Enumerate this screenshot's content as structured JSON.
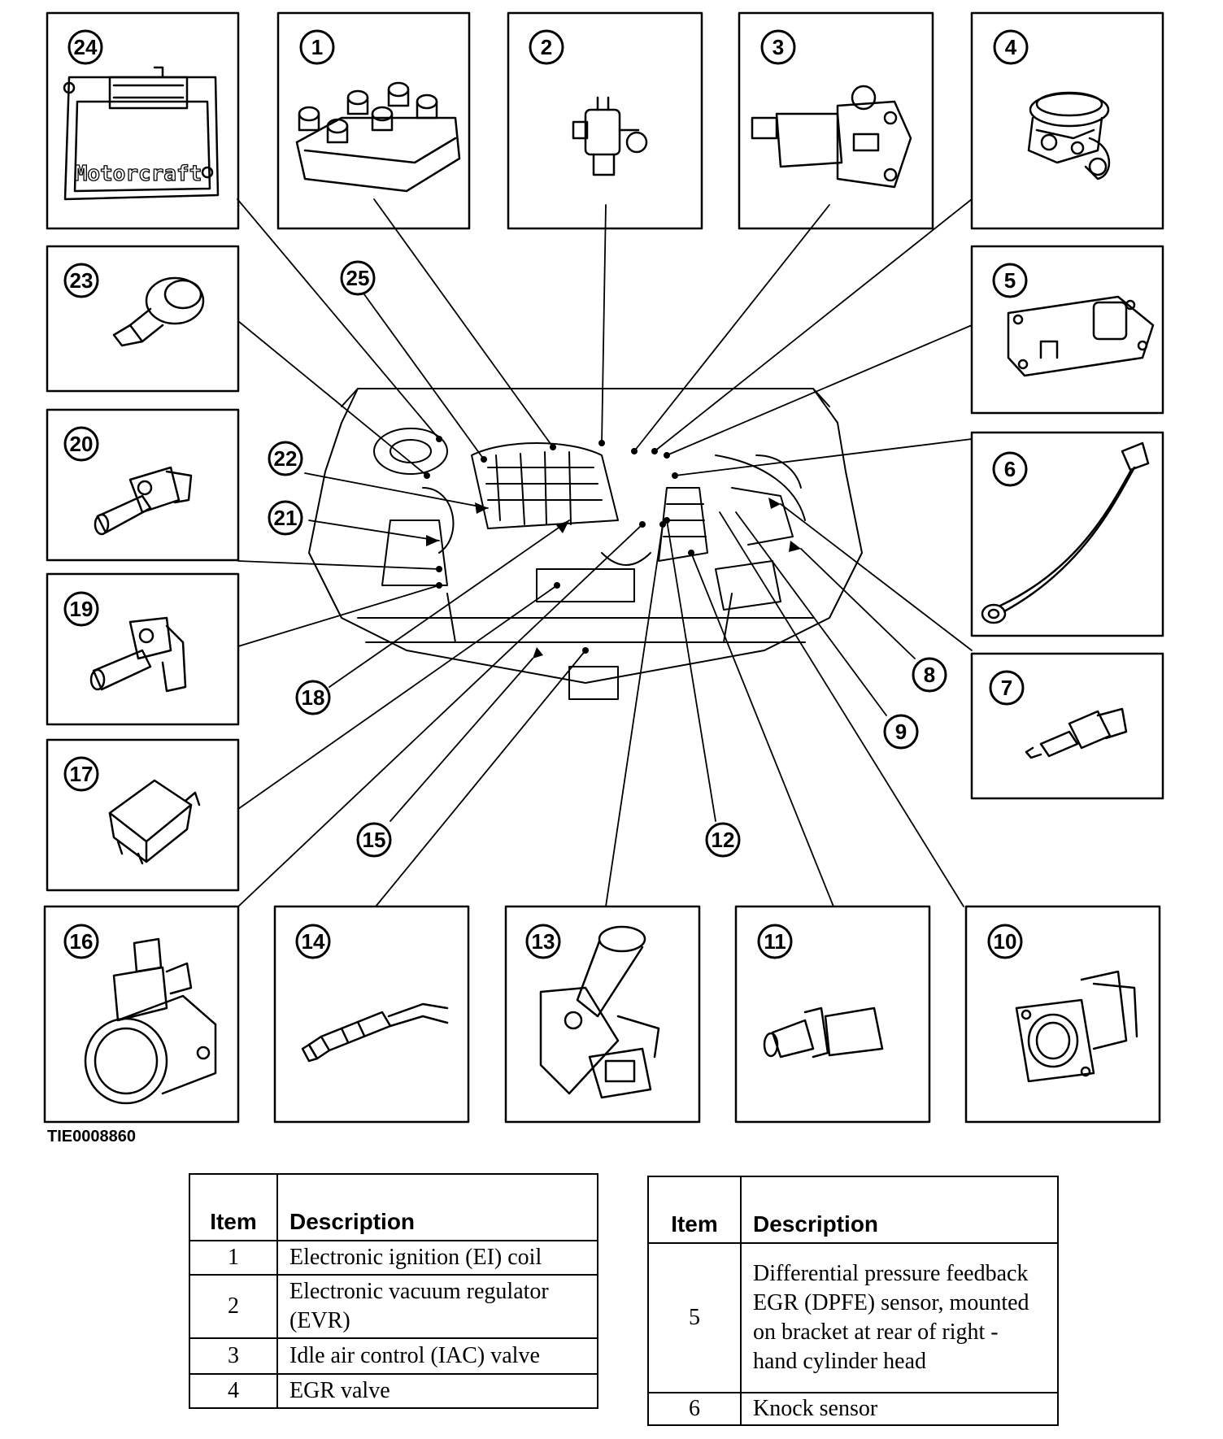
{
  "figure_code": "TIE0008860",
  "callouts": [
    "1",
    "2",
    "3",
    "4",
    "5",
    "6",
    "7",
    "8",
    "9",
    "10",
    "11",
    "12",
    "13",
    "14",
    "15",
    "16",
    "17",
    "18",
    "19",
    "20",
    "21",
    "22",
    "23",
    "24",
    "25"
  ],
  "brand_label": "Motorcraft",
  "table_left": {
    "headers": {
      "item": "Item",
      "description": "Description"
    },
    "rows": [
      {
        "item": "1",
        "description": "Electronic ignition (EI) coil"
      },
      {
        "item": "2",
        "description": "Electronic vacuum regulator (EVR)"
      },
      {
        "item": "3",
        "description": "Idle air control (IAC) valve"
      },
      {
        "item": "4",
        "description": "EGR valve"
      }
    ]
  },
  "table_right": {
    "headers": {
      "item": "Item",
      "description": "Description"
    },
    "rows": [
      {
        "item": "5",
        "description": "Differential pressure feedback EGR (DPFE) sensor, mounted on bracket at rear of right - hand cylinder head"
      },
      {
        "item": "6",
        "description": "Knock sensor"
      }
    ]
  }
}
